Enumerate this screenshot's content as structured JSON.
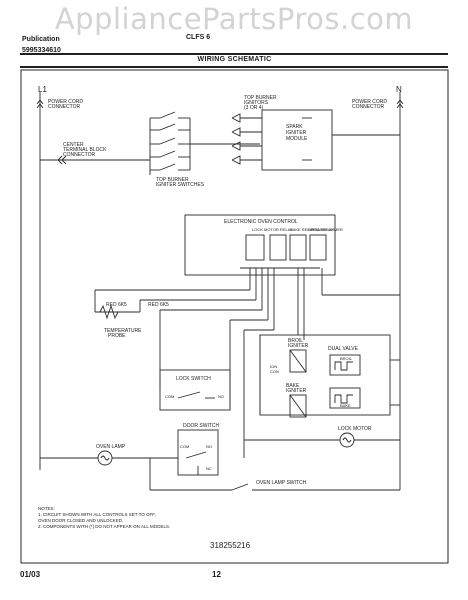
{
  "watermark": "AppliancePartsPros.com",
  "header": {
    "left_line1": "Publication",
    "left_line2": "5995334610",
    "middle": "CLFS 6"
  },
  "title": "WIRING SCHEMATIC",
  "diagram": {
    "l1": "L1",
    "n": "N",
    "power_cord_left": [
      "POWER CORD",
      "CONNECTOR"
    ],
    "power_cord_right": [
      "POWER CORD",
      "CONNECTOR"
    ],
    "center_connector": [
      "CENTER",
      "TERMINAL BLOCK",
      "CONNECTOR"
    ],
    "top_burner_ignitors": [
      "TOP BURNER",
      "IGNITORS",
      "(3 OR 4)"
    ],
    "spark_module": [
      "SPARK",
      "IGNITER",
      "MODULE"
    ],
    "top_burner_switches": [
      "TOP BURNER",
      "IGNITER SWITCHES"
    ],
    "eoc": "ELECTRONIC OVEN CONTROL",
    "relays": [
      "LOCK MOTOR RELAY",
      "BAKE RELAY",
      "BROIL RELAY"
    ],
    "transformer": "TRANSFORMER",
    "rtd_left": "RED 6K5",
    "rtd_right": "RED 6K5",
    "temp_probe": [
      "TEMPERATURE",
      "PROBE"
    ],
    "broil_igniter": [
      "BROIL",
      "IGNITER"
    ],
    "dual_valve": "DUAL VALVE",
    "broil": "BROIL",
    "bake": "BAKE",
    "bake_igniter": [
      "BAKE",
      "IGNITER"
    ],
    "ign_con": [
      "IGN",
      "CON"
    ],
    "lock_switch": "LOCK SWITCH",
    "com": "COM",
    "no": "NO",
    "nc": "NC",
    "lock_motor": "LOCK MOTOR",
    "door_switch": "DOOR SWITCH",
    "oven_lamp": "OVEN LAMP",
    "oven_lamp_switch": "OVEN LAMP SWITCH",
    "notes": [
      "NOTES:",
      "1.  CIRCUIT SHOWN WITH ALL CONTROLS SET TO OFF,",
      "    OVEN DOOR CLOSED AND UNLOCKED.",
      "2.  COMPONENTS WITH (*) DO NOT APPEAR ON ALL MODELS."
    ],
    "drawing_number": "318255216"
  },
  "footer": {
    "date": "01/03",
    "page": "12"
  }
}
